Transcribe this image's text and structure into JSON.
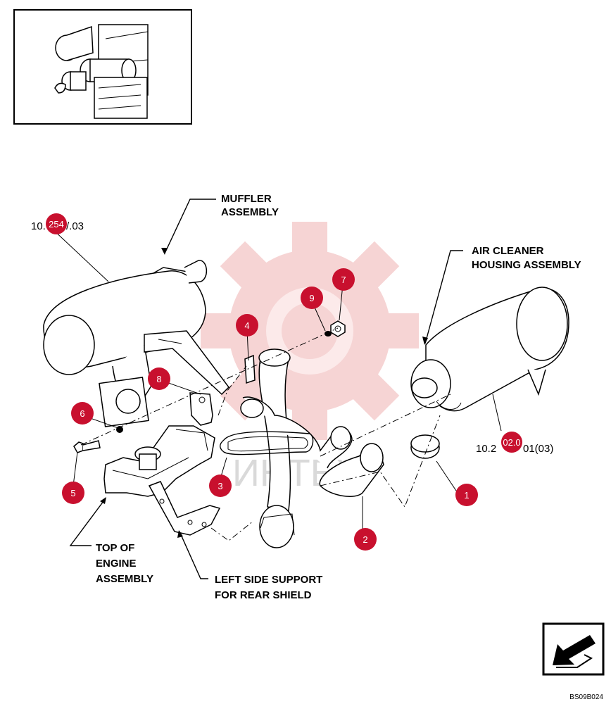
{
  "watermark_text": "ИНТЕХ",
  "labels": {
    "muffler": [
      "MUFFLER",
      "ASSEMBLY"
    ],
    "air_cleaner": [
      "AIR CLEANER",
      "HOUSING ASSEMBLY"
    ],
    "top_of_engine": [
      "TOP OF",
      "ENGINE",
      "ASSEMBLY"
    ],
    "left_side_support": [
      "LEFT SIDE SUPPORT",
      "FOR REAR SHIELD"
    ]
  },
  "references": {
    "muffler_ref_left": "10.",
    "muffler_ref_badge": "254",
    "muffler_ref_right": "/.03",
    "air_ref_left": "10.2",
    "air_ref_badge": "02.0",
    "air_ref_right": "01(03)"
  },
  "callouts": [
    "1",
    "2",
    "3",
    "4",
    "5",
    "6",
    "7",
    "8",
    "9"
  ],
  "drawing_code": "BS09B024",
  "colors": {
    "badge": "#c8102e",
    "watermark": "#f4c6c6",
    "line": "#000000"
  },
  "icons": {
    "arrow": "front-direction-arrow-icon",
    "thumbnail": "machine-overview-thumbnail"
  }
}
